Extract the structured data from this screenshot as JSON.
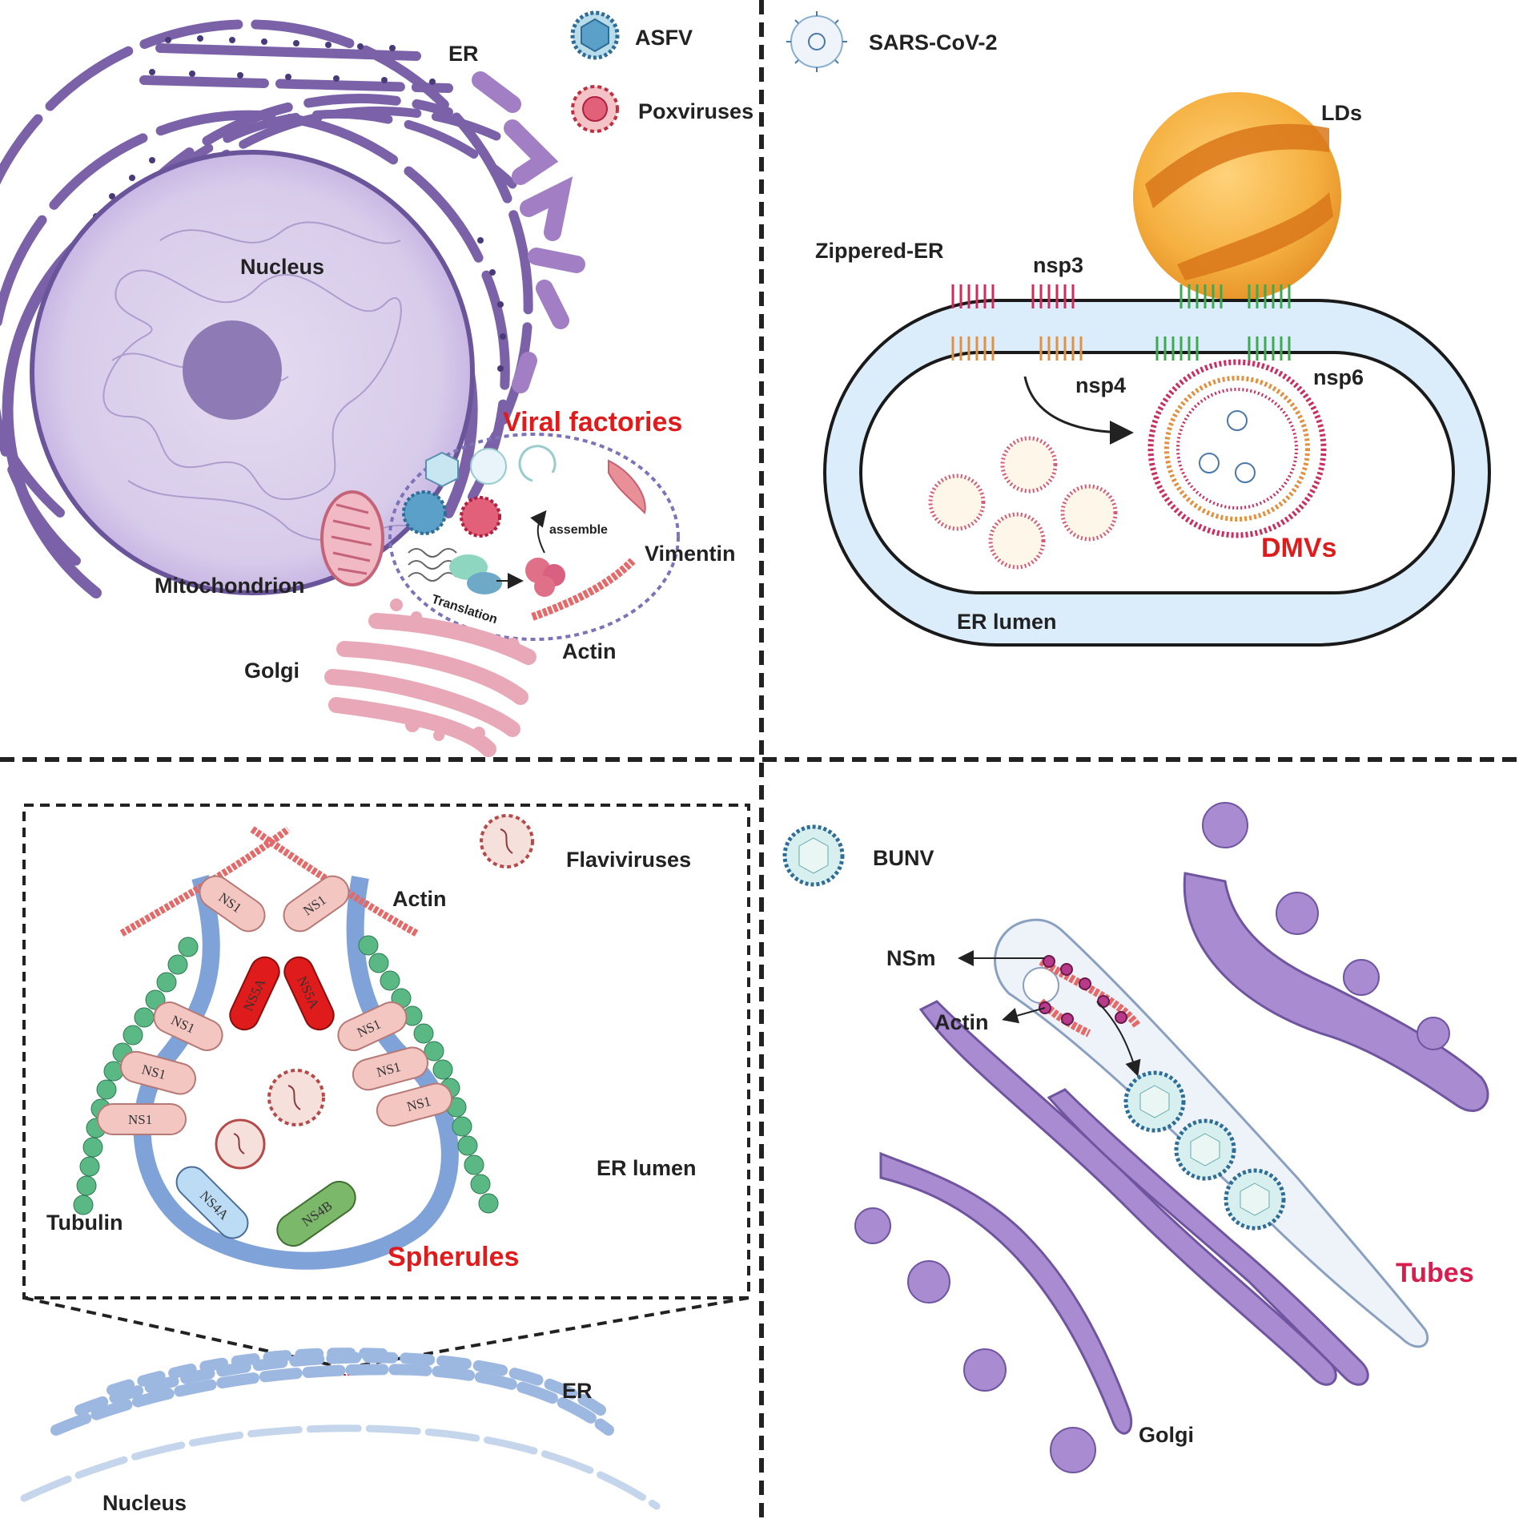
{
  "panel_a": {
    "labels": {
      "er": "ER",
      "asfv": "ASFV",
      "poxviruses": "Poxviruses",
      "nucleus": "Nucleus",
      "viral_factories": "Viral factories",
      "assemble": "assemble",
      "translation": "Translation",
      "vimentin": "Vimentin",
      "mitochondrion": "Mitochondrion",
      "golgi": "Golgi",
      "actin": "Actin"
    }
  },
  "panel_b": {
    "labels": {
      "sars": "SARS-CoV-2",
      "lds": "LDs",
      "zippered_er": "Zippered-ER",
      "nsp3": "nsp3",
      "nsp4": "nsp4",
      "nsp6": "nsp6",
      "dmvs": "DMVs",
      "er_lumen": "ER lumen"
    }
  },
  "panel_c": {
    "labels": {
      "flaviviruses": "Flaviviruses",
      "actin": "Actin",
      "tubulin": "Tubulin",
      "er_lumen": "ER lumen",
      "spherules": "Spherules",
      "er": "ER",
      "nucleus": "Nucleus"
    },
    "proteins": {
      "ns1": "NS1",
      "ns5a": "NS5A",
      "ns4a": "NS4A",
      "ns4b": "NS4B"
    }
  },
  "panel_d": {
    "labels": {
      "bunv": "BUNV",
      "nsm": "NSm",
      "actin": "Actin",
      "tubes": "Tubes",
      "golgi": "Golgi"
    }
  },
  "colors": {
    "er_purple": "#7b62a8",
    "golgi_pink": "#e9a8b8",
    "highlight_red": "#e01b1b",
    "lipid_orange": "#f0a030",
    "tubulin_green": "#4caf7a",
    "golgi_lilac": "#a98bd1"
  }
}
